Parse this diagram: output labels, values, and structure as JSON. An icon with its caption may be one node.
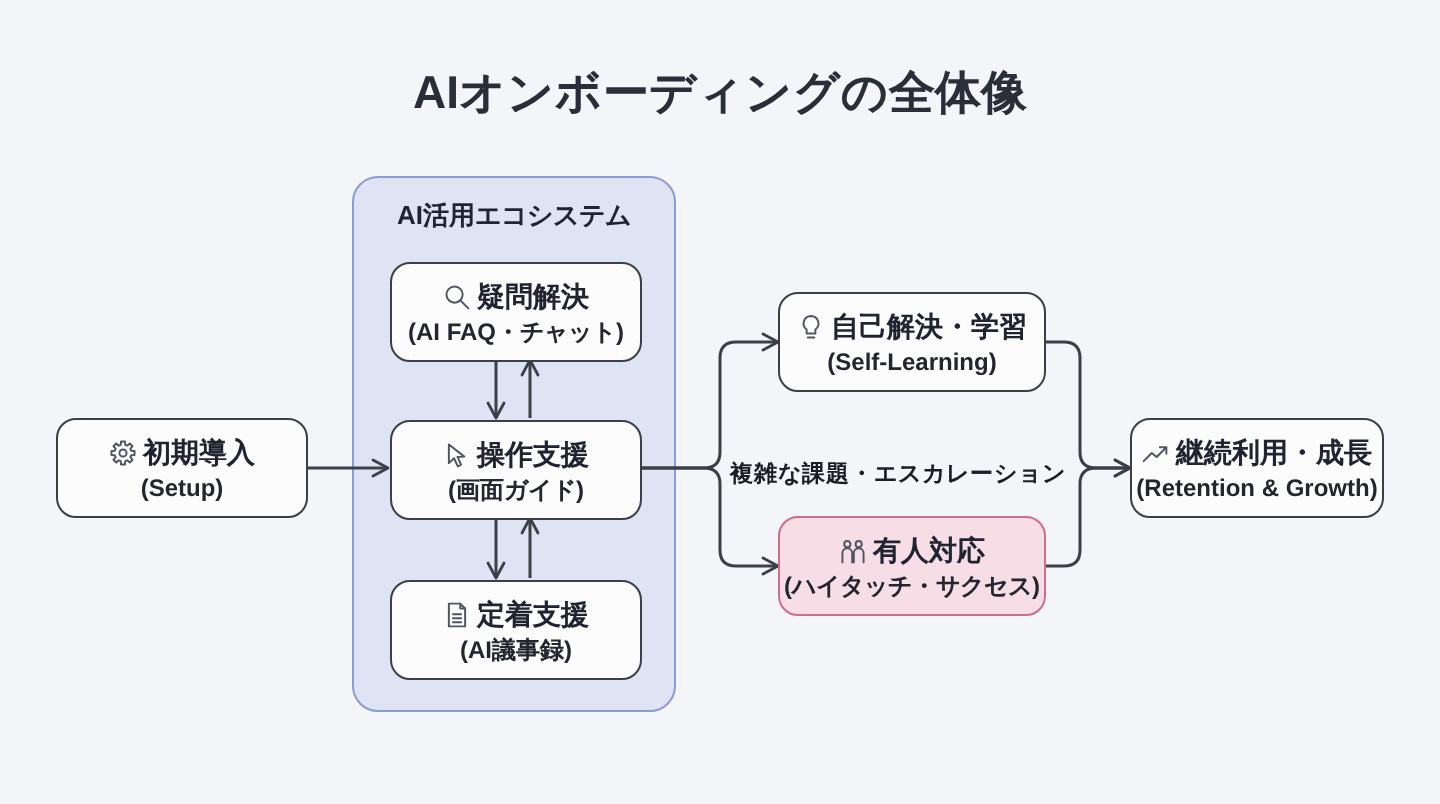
{
  "diagram": {
    "title": "AIオンボーディングの全体像",
    "nodes": [
      {
        "text": [
          "初期導入",
          "(Setup)"
        ]
      },
      {
        "text": [
          "AI活用エコシステム"
        ]
      },
      {
        "text": [
          "疑問解決",
          "(AI FAQ・チャット)"
        ],
        "in": 1
      },
      {
        "text": [
          "操作支援",
          "(画面ガイド)"
        ],
        "in": 1
      },
      {
        "text": [
          "定着支援",
          "(AI議事録)"
        ],
        "in": 1
      },
      {
        "text": [
          "自己解決・学習",
          "(Self-Learning)"
        ]
      },
      {
        "text": [
          "有人対応",
          "(ハイタッチ・サクセス)"
        ]
      },
      {
        "text": [
          "継続利用・成長",
          "(Retention & Growth)"
        ]
      }
    ],
    "edges": [
      {
        "from": 0,
        "to": 3,
        "arrow": "to"
      },
      {
        "from": 2,
        "to": 3,
        "arrow": "to"
      },
      {
        "from": 3,
        "to": 2,
        "arrow": "to"
      },
      {
        "from": 3,
        "to": 4,
        "arrow": "to"
      },
      {
        "from": 4,
        "to": 3,
        "arrow": "to"
      },
      {
        "from": 3,
        "to": 5,
        "arrow": "to"
      },
      {
        "from": 3,
        "to": 6,
        "arrow": "to",
        "label": "複雑な課題・エスカレーション"
      },
      {
        "from": 5,
        "to": 7,
        "arrow": "to"
      },
      {
        "from": 6,
        "to": 7,
        "arrow": "to"
      }
    ]
  }
}
